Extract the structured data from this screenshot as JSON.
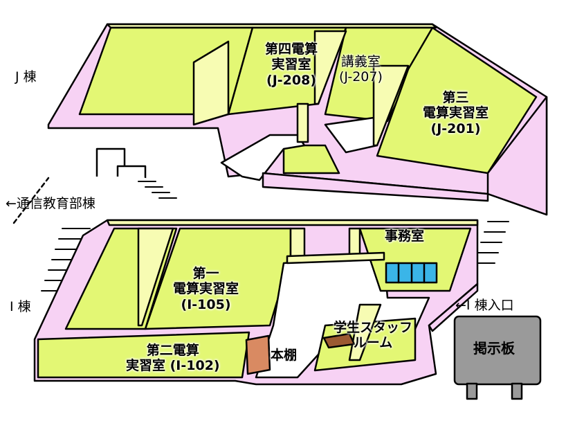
{
  "buildings": {
    "j": "J 棟",
    "i": "I 棟"
  },
  "arrows": {
    "tsushin": "←通信教育部棟",
    "i_entrance": "←I 棟入口"
  },
  "rooms": {
    "j208": "第四電算\n実習室\n(J-208)",
    "j207": "講義室\n(J-207)",
    "j201": "第三\n電算実習室\n(J-201)",
    "jimu": "事務室",
    "i105": "第一\n電算実習室\n(I-105)",
    "i102": "第二電算\n実習室 (I-102)",
    "shelf": "本棚",
    "staff": "学生スタッフ\nルーム"
  },
  "notice_board": "掲示板",
  "colors": {
    "room_floor": "#e3f774",
    "wall_top": "#f7fcb3",
    "corridor": "#f7d2f4",
    "bookshelf": "#d98a62",
    "desk": "#9b5a32",
    "window": "#3ab5e8",
    "board": "#9a9a9a"
  }
}
